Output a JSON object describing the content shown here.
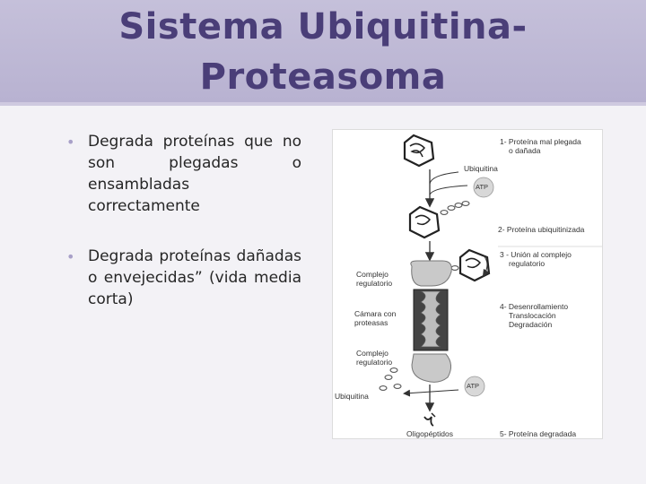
{
  "slide": {
    "title_line1": "Sistema Ubiquitina-",
    "title_line2": "Proteasoma",
    "bullets": [
      "Degrada proteínas que no son plegadas o ensambladas correctamente",
      "Degrada proteínas dañadas o envejecidas” (vida media corta)"
    ]
  },
  "figure": {
    "steps": {
      "s1_line1": "1- Proteína mal plegada",
      "s1_line2": "o dañada",
      "s2": "2- Proteína ubiquitinizada",
      "s3_line1": "3 - Unión al complejo",
      "s3_line2": "regulatorio",
      "s4_line1": "4- Desenrollamiento",
      "s4_line2": "Translocación",
      "s4_line3": "Degradación",
      "s5": "5- Proteína degradada"
    },
    "labels": {
      "ubiquitina_top": "Ubiquitina",
      "atp_top": "ATP",
      "complejo_top_line1": "Complejo",
      "complejo_top_line2": "regulatorio",
      "camara_line1": "Cámara con",
      "camara_line2": "proteasas",
      "complejo_bottom_line1": "Complejo",
      "complejo_bottom_line2": "regulatorio",
      "ubiquitina_bottom": "Ubiquitina",
      "atp_bottom": "ATP",
      "oligopeptidos": "Oligopéptidos"
    }
  },
  "colors": {
    "title_band": "#b8b2d1",
    "title_text": "#4a3e78",
    "bullet_dot": "#a8a0c8"
  }
}
